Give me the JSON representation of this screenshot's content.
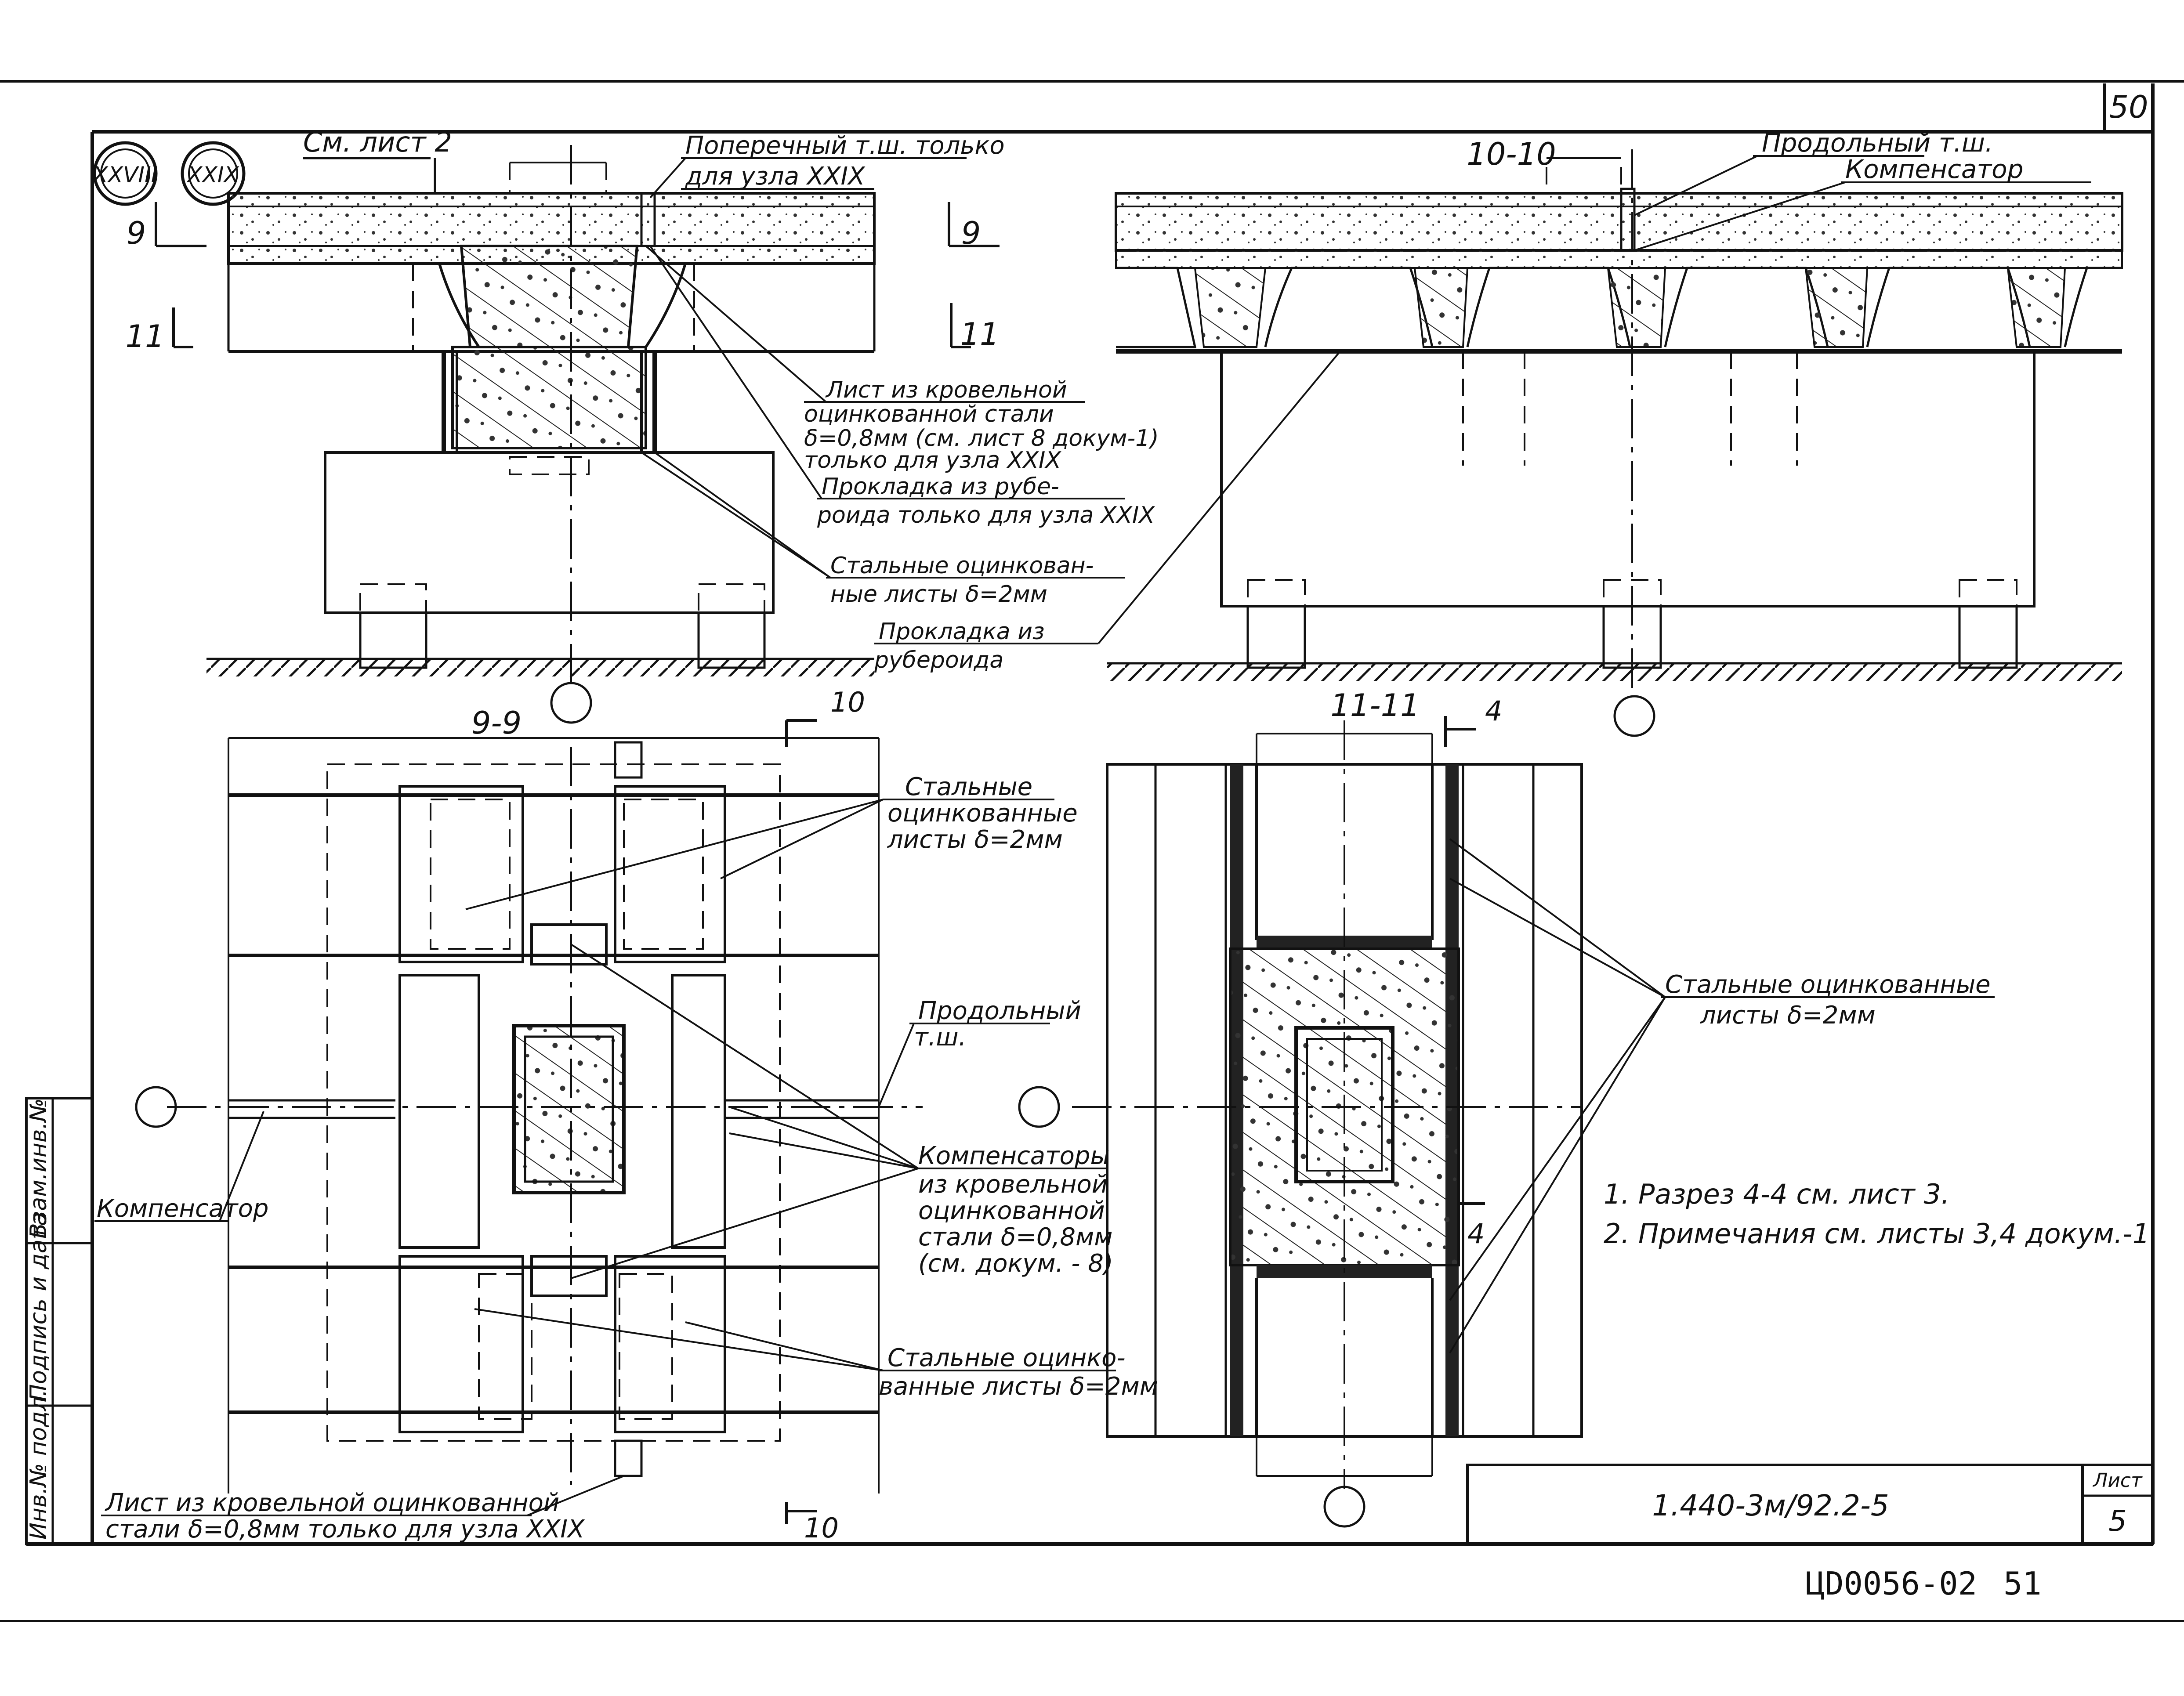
{
  "sheet": {
    "page_number": "50",
    "doc_code": "1.440-3м/92.2-5",
    "sheet_label": "Лист",
    "sheet_number": "5",
    "archive_code": "ЦD0056-02",
    "archive_page": "51"
  },
  "side_stamp": {
    "inv_no": "Инв.№ подл.",
    "signature_date": "Подпись и дата",
    "replace_inv": "Взам.инв.№"
  },
  "nodes": {
    "node1": "XXVIII",
    "node2": "XXIX"
  },
  "section_marks": {
    "s9": "9",
    "s11": "11",
    "s10": "10",
    "s4": "4",
    "title_10_10": "10-10",
    "title_9_9": "9-9",
    "title_11_11": "11-11"
  },
  "labels": {
    "see_sheet2": "См. лист 2",
    "transverse_joint": "Поперечный т.ш. только",
    "transverse_joint_2": "для узла XXIX",
    "roof_steel_1": "Лист из кровельной",
    "roof_steel_2": "оцинкованной стали",
    "roof_steel_3": "δ=0,8мм (см. лист 8 докум-1)",
    "roof_steel_4": "только для узла XXIX",
    "ruberoid_pad_1": "Прокладка из рубе-",
    "ruberoid_pad_2": "роида только для узла XXIX",
    "steel_sheets_a1": "Стальные оцинкован-",
    "steel_sheets_a2": "ные листы δ=2мм",
    "ruberoid_1": "Прокладка из",
    "ruberoid_2": "рубероида",
    "long_joint": "Продольный т.ш.",
    "compensator": "Компенсатор",
    "steel_b1": "Стальные",
    "steel_b2": "оцинкованные",
    "steel_b3": "листы δ=2мм",
    "long_joint_b1": "Продольный",
    "long_joint_b2": "т.ш.",
    "comp_1": "Компенсаторы",
    "comp_2": "из кровельной",
    "comp_3": "оцинкованной",
    "comp_4": "стали δ=0,8мм",
    "comp_5": "(см. докум. - 8)",
    "steel_c1": "Стальные оцинко-",
    "steel_c2": "ванные листы δ=2мм",
    "compensator_left": "Компенсатор",
    "bottom_note_1": "Лист из кровельной оцинкованной",
    "bottom_note_2": "стали δ=0,8мм только для узла XXIX",
    "steel_d1": "Стальные оцинкованные",
    "steel_d2": "листы δ=2мм"
  },
  "notes": [
    "1. Разрез 4-4 см. лист 3.",
    "2. Примечания см. листы 3,4 докум.-1"
  ]
}
